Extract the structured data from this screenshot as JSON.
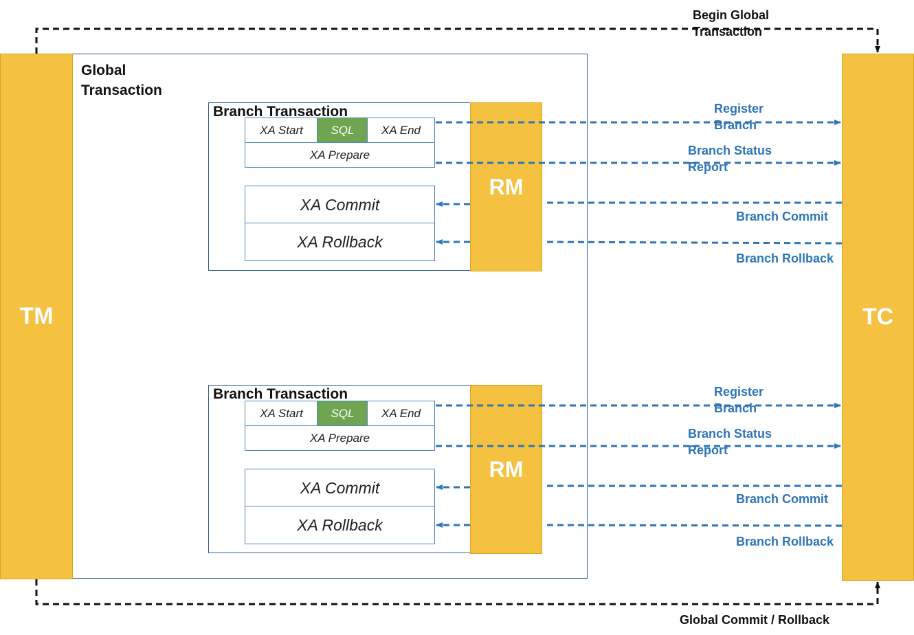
{
  "tm": {
    "label": "TM"
  },
  "tc": {
    "label": "TC"
  },
  "global": {
    "title_line1": "Global",
    "title_line2": "Transaction"
  },
  "top_flow": {
    "line1": "Begin Global",
    "line2": "Transaction"
  },
  "bottom_flow": {
    "label": "Global Commit / Rollback"
  },
  "branches": [
    {
      "title": "Branch Transaction",
      "xa_start": "XA Start",
      "sql": "SQL",
      "xa_end": "XA End",
      "xa_prepare": "XA Prepare",
      "xa_commit": "XA Commit",
      "xa_rollback": "XA Rollback",
      "rm": "RM",
      "register_line1": "Register",
      "register_line2": "Branch",
      "status_line1": "Branch Status",
      "status_line2": "Report",
      "commit": "Branch Commit",
      "rollback": "Branch Rollback"
    },
    {
      "title": "Branch Transaction",
      "xa_start": "XA Start",
      "sql": "SQL",
      "xa_end": "XA End",
      "xa_prepare": "XA Prepare",
      "xa_commit": "XA Commit",
      "xa_rollback": "XA Rollback",
      "rm": "RM",
      "register_line1": "Register",
      "register_line2": "Branch",
      "status_line1": "Branch Status",
      "status_line2": "Report",
      "commit": "Branch Commit",
      "rollback": "Branch Rollback"
    }
  ],
  "colors": {
    "gold": "#f4c141",
    "sql_green": "#6fa550",
    "arrow_blue": "#2e75b6",
    "box_border": "#2e5a8a"
  }
}
